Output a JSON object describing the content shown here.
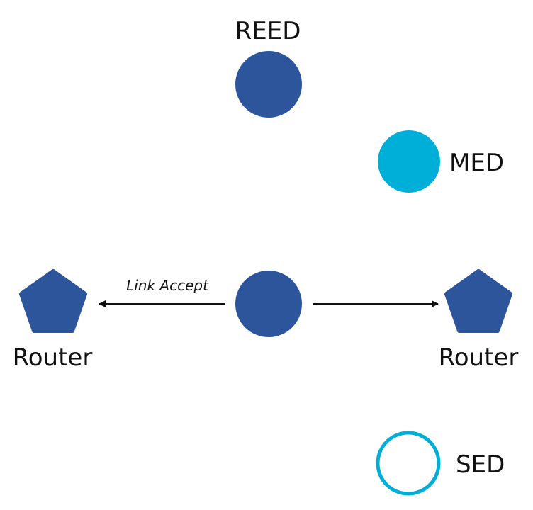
{
  "colors": {
    "primary_node": "#2c559c",
    "secondary_node": "#00afd8",
    "sed_ring": "#00afd8",
    "edge": "#111111",
    "background": "#ffffff"
  },
  "nodes": {
    "reed": {
      "label": "REED",
      "shape": "filled-circle"
    },
    "med": {
      "label": "MED",
      "shape": "filled-circle"
    },
    "sed": {
      "label": "SED",
      "shape": "ring"
    },
    "center": {
      "label": "",
      "shape": "filled-circle"
    },
    "router_left": {
      "label": "Router",
      "shape": "pentagon"
    },
    "router_right": {
      "label": "Router",
      "shape": "pentagon"
    }
  },
  "edges": {
    "left": {
      "label": "Link Accept",
      "from": "center",
      "to": "router_left"
    },
    "right": {
      "label": "",
      "from": "center",
      "to": "router_right"
    }
  }
}
